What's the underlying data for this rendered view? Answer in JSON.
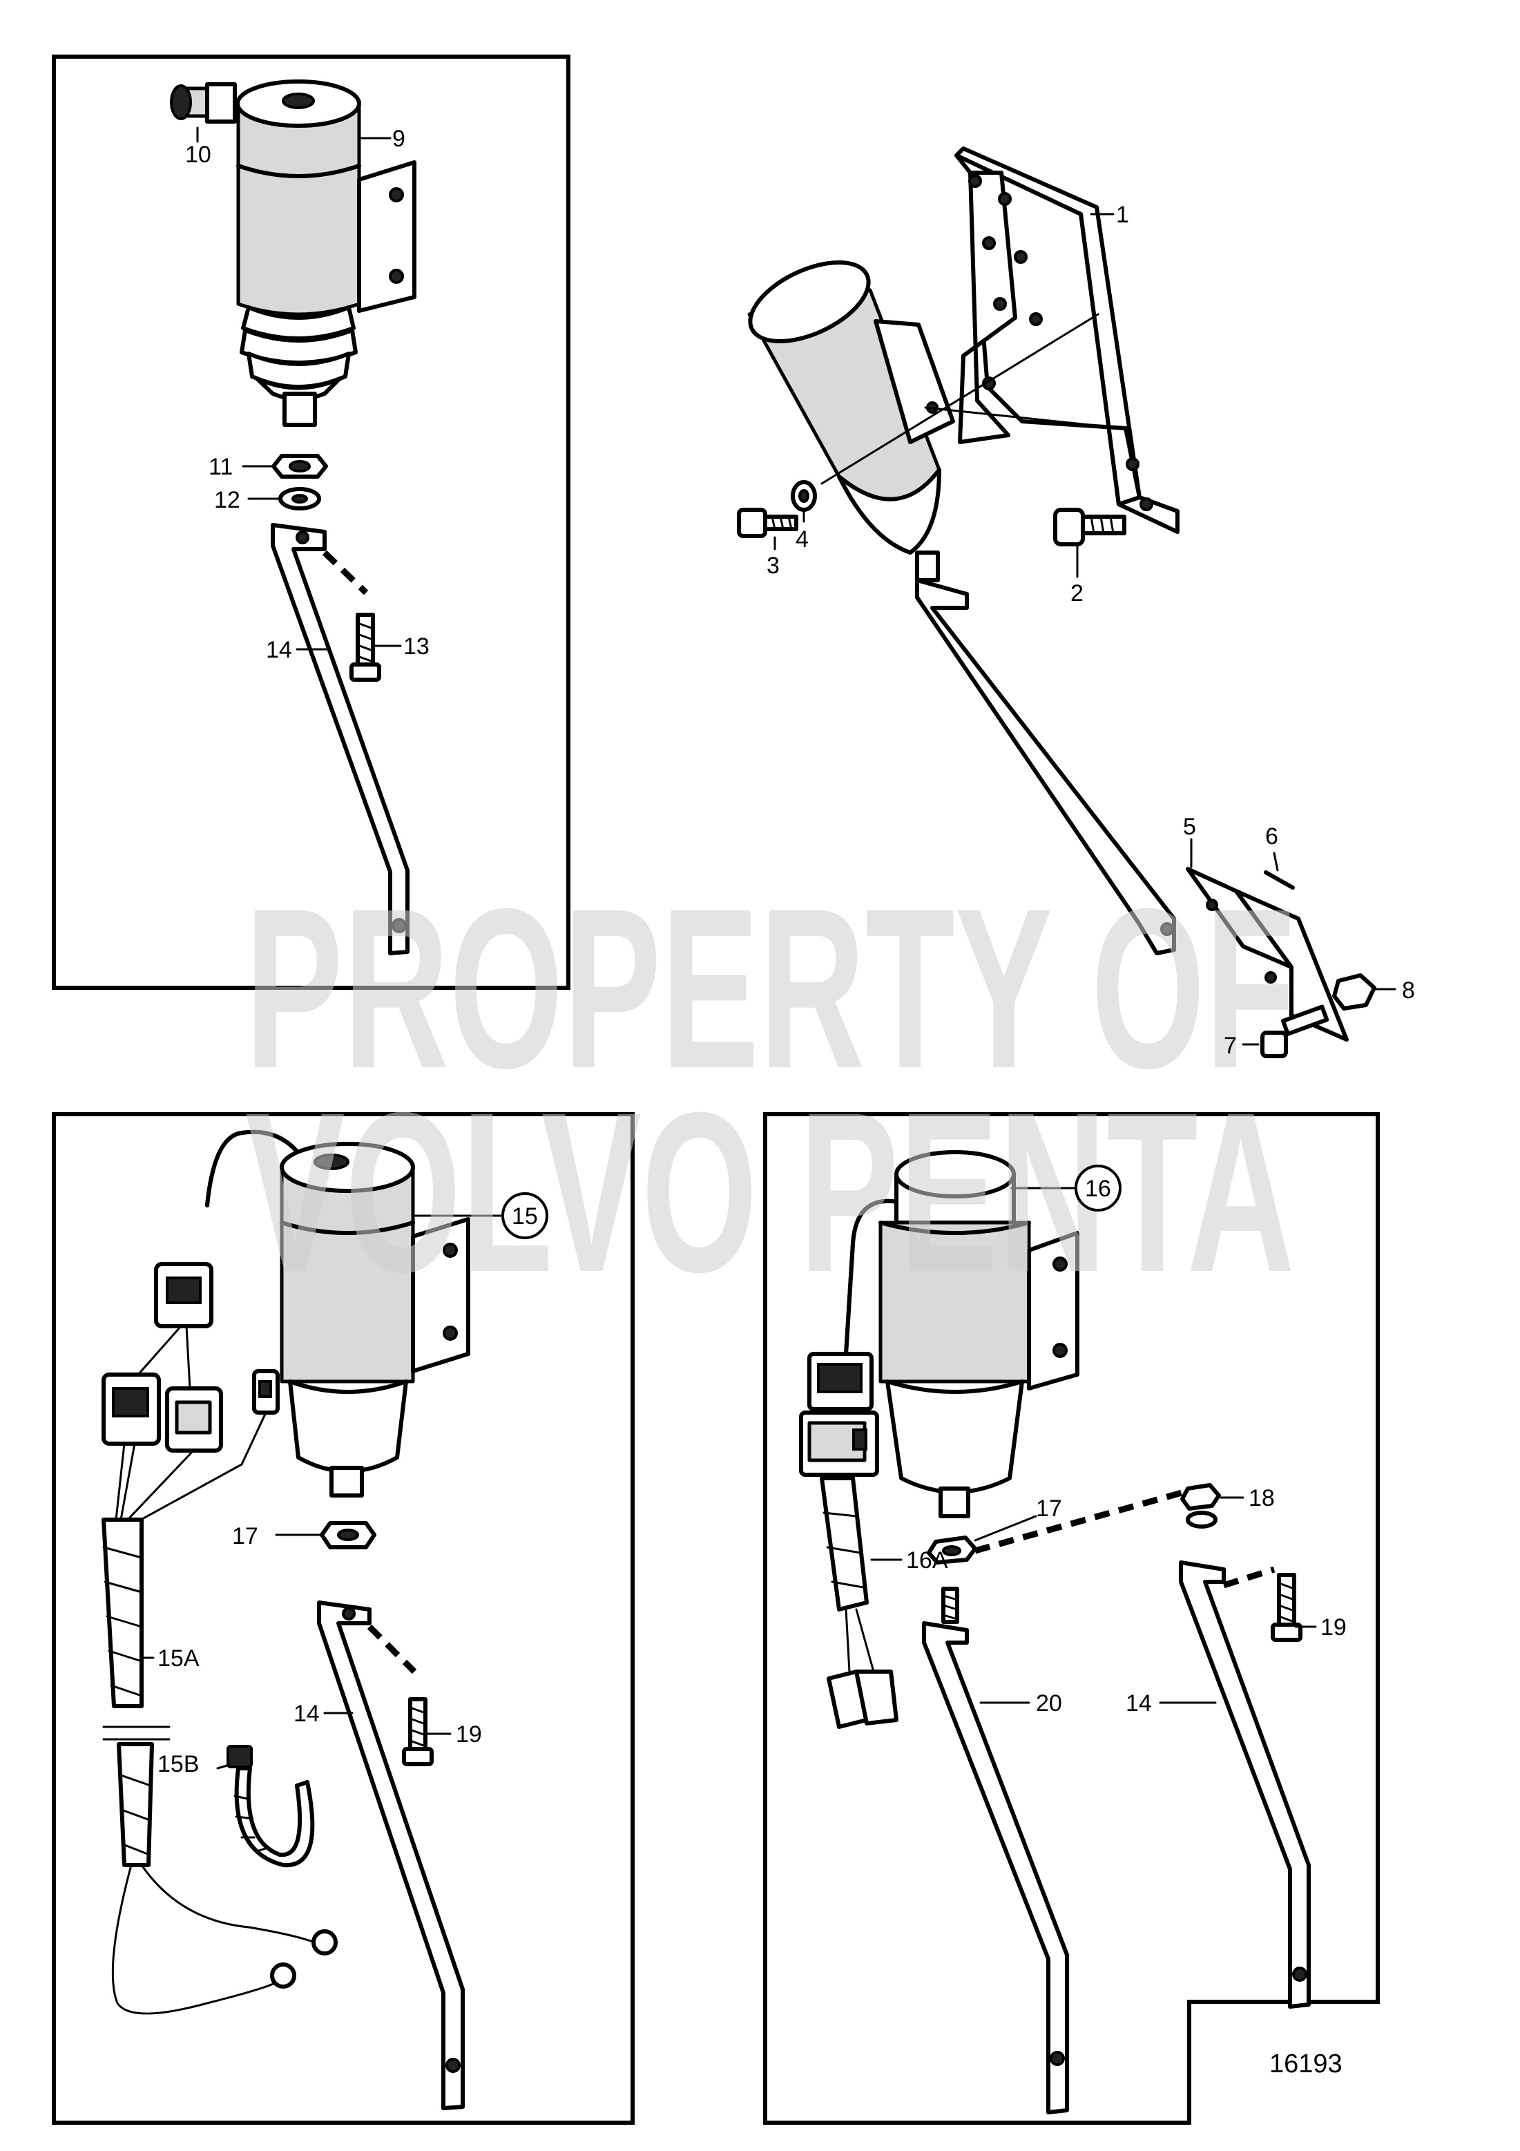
{
  "watermark": {
    "line1": "PROPERTY OF",
    "line2": "VOLVO PENTA"
  },
  "figure_number": "16193",
  "labels": {
    "p1": "1",
    "p2": "2",
    "p3": "3",
    "p4": "4",
    "p5": "5",
    "p6": "6",
    "p7": "7",
    "p8": "8",
    "p9": "9",
    "p10": "10",
    "p11": "11",
    "p12": "12",
    "p13": "13",
    "p14a": "14",
    "p15": "15",
    "p15a": "15A",
    "p15b": "15B",
    "p17a": "17",
    "p14b": "14",
    "p19a": "19",
    "p16": "16",
    "p16a": "16A",
    "p17b": "17",
    "p18": "18",
    "p19b": "19",
    "p20": "20",
    "p14c": "14"
  }
}
